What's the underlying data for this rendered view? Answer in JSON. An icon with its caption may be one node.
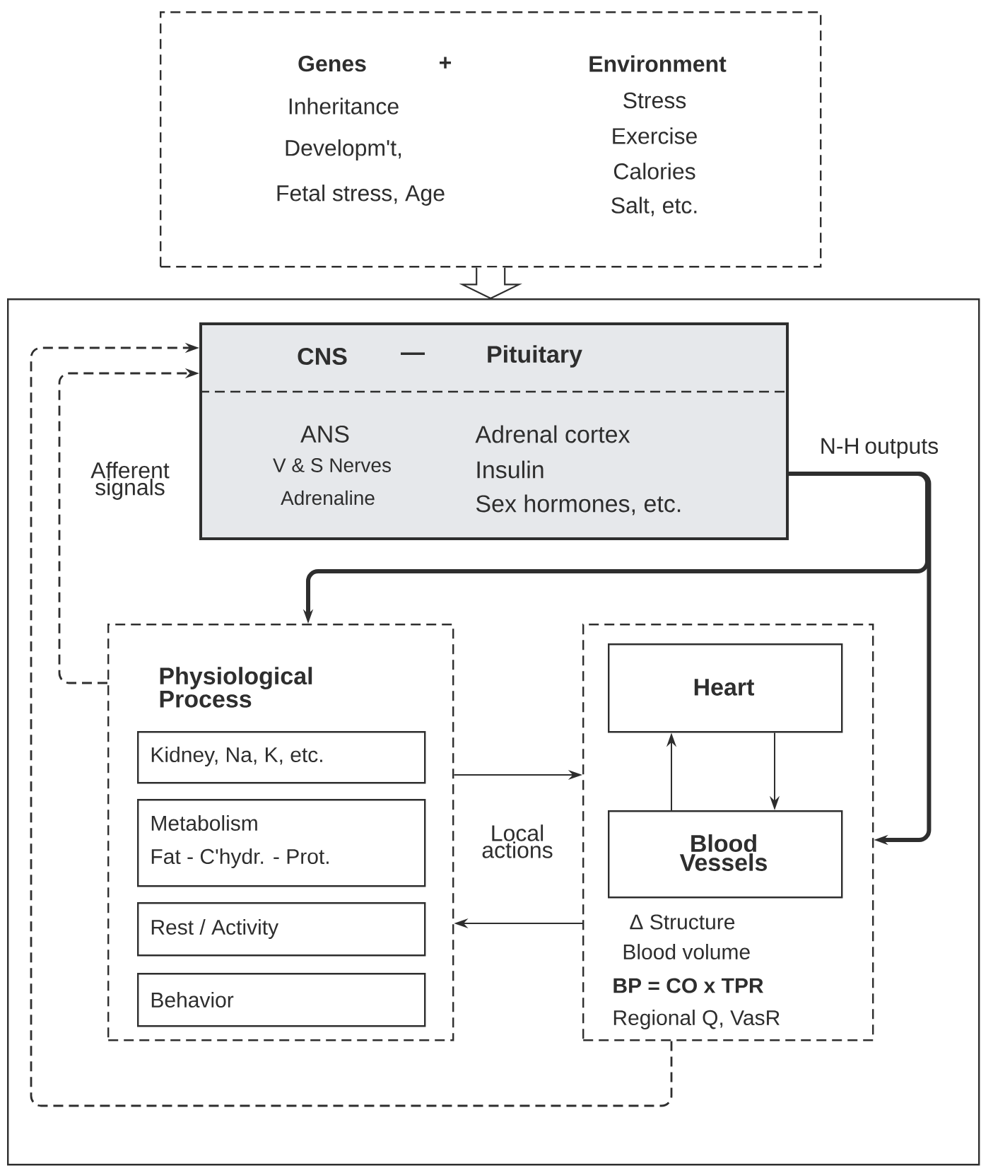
{
  "diagram": {
    "nodes": [
      {
        "text": [
          "Genes",
          "+",
          "Environment",
          "Inheritance",
          "Developm't,",
          "Fetal stress, Age",
          "Stress",
          "Exercise",
          "Calories",
          "Salt, etc."
        ]
      },
      {
        "text": [],
        "shape": "box"
      },
      {
        "text": [
          "CNS",
          "—",
          "Pituitary",
          "ANS",
          "V & S Nerves",
          "Adrenaline",
          "Adrenal cortex",
          "Insulin",
          "Sex hormones, etc."
        ],
        "in": 1
      },
      {
        "text": [
          "Physiological Process"
        ],
        "in": 1
      },
      {
        "text": [
          "Kidney, Na, K, etc."
        ],
        "in": 3
      },
      {
        "text": [
          "Metabolism",
          "Fat - C'hydr. - Prot."
        ],
        "in": 3
      },
      {
        "text": [
          "Rest / Activity"
        ],
        "in": 3
      },
      {
        "text": [
          "Behavior"
        ],
        "in": 3
      },
      {
        "text": [
          "Δ Structure",
          "Blood volume",
          "BP = CO x TPR",
          "Regional Q, VasR"
        ],
        "in": 1
      },
      {
        "text": [
          "Heart"
        ],
        "in": 8
      },
      {
        "text": [
          "Blood Vessels"
        ],
        "in": 8
      }
    ],
    "edges": [
      {
        "from": 0,
        "to": 1,
        "arrow": "to"
      },
      {
        "from": 3,
        "to": 2,
        "arrow": "to",
        "style": "dashed",
        "label": "Afferent signals"
      },
      {
        "from": 8,
        "to": 2,
        "arrow": "to",
        "style": "dashed"
      },
      {
        "from": 2,
        "to": 3,
        "arrow": "to",
        "style": "thick",
        "label": "N-H outputs"
      },
      {
        "from": 2,
        "to": 8,
        "arrow": "to",
        "style": "thick"
      },
      {
        "from": 3,
        "to": 8,
        "arrow": "to",
        "label": "Local actions"
      },
      {
        "from": 8,
        "to": 3,
        "arrow": "to"
      },
      {
        "from": 10,
        "to": 9,
        "arrow": "to"
      },
      {
        "from": 9,
        "to": 10,
        "arrow": "to"
      }
    ]
  }
}
